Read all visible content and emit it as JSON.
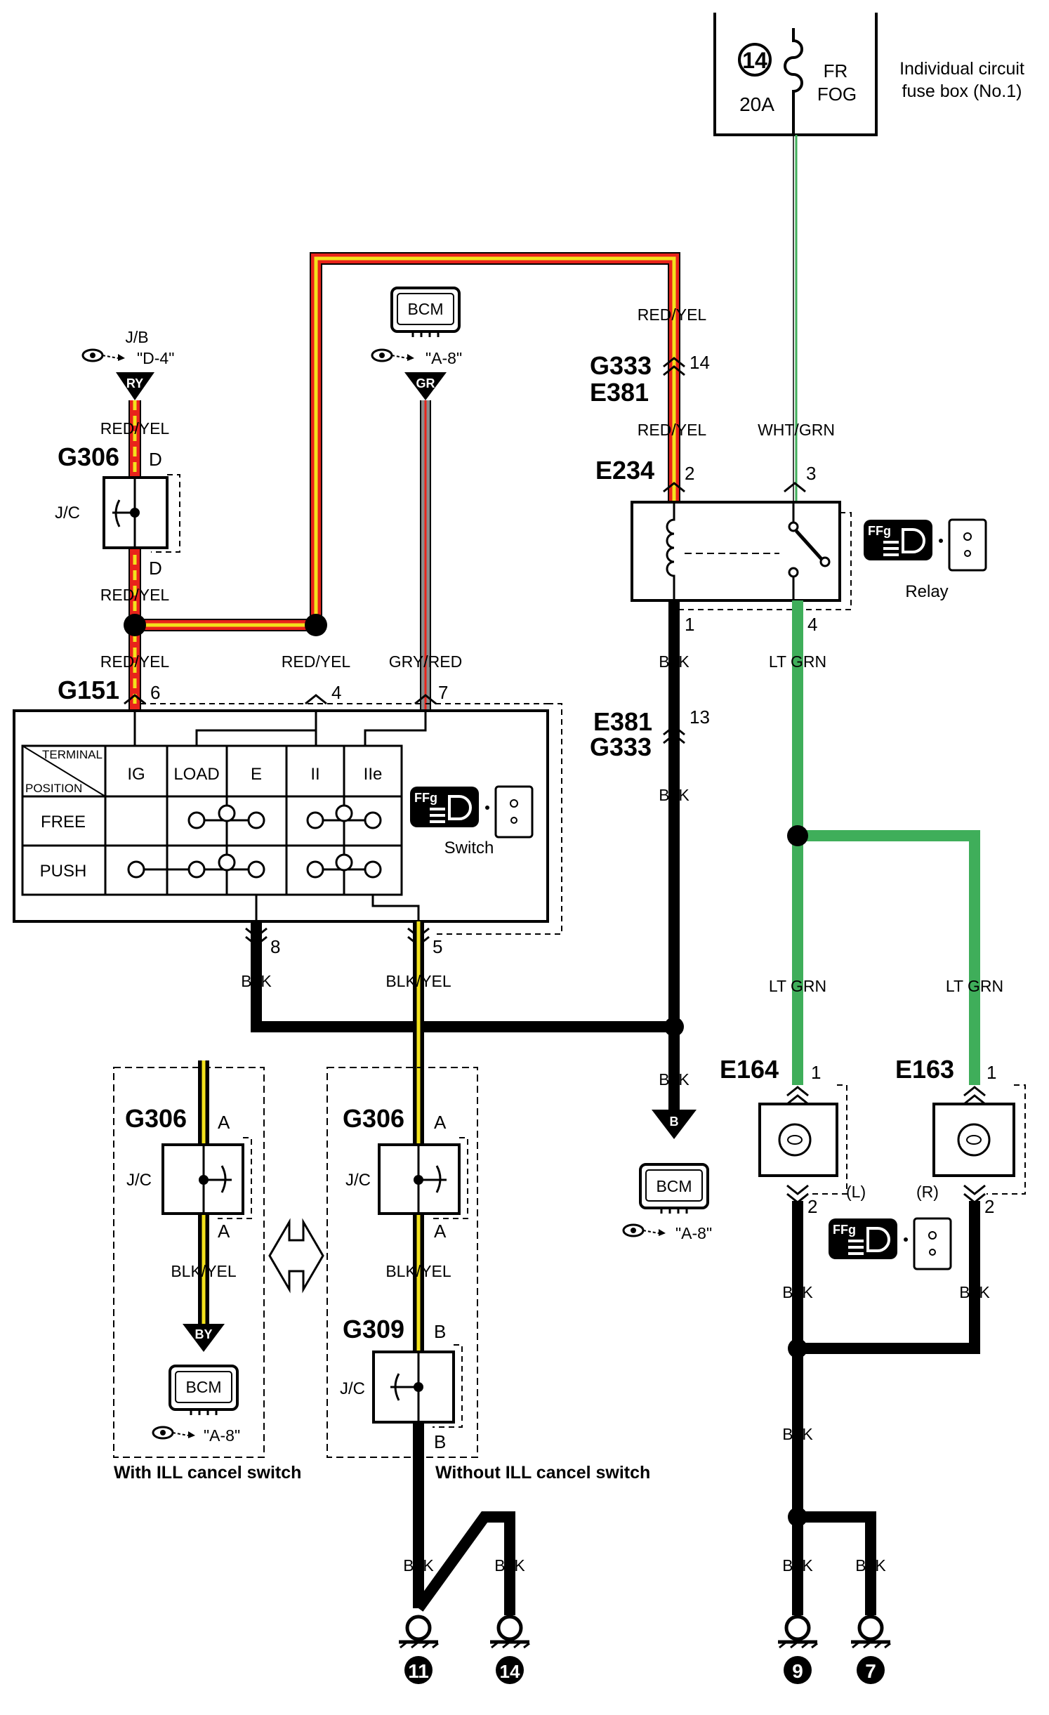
{
  "fuse": {
    "number": "14",
    "rating": "20A",
    "name_line1": "FR",
    "name_line2": "FOG",
    "box_line1": "Individual circuit",
    "box_line2": "fuse box (No.1)"
  },
  "colors": {
    "red": "#e8231b",
    "yellow": "#f3e21c",
    "green": "#3fae5a",
    "gray": "#8c8c8c",
    "black": "#000000"
  },
  "refs": {
    "jb": "J/B",
    "jb_ref": "\"D-4\"",
    "ry_tag": "RY",
    "bcm_top": "BCM",
    "bcm_top_ref": "\"A-8\"",
    "gr_tag": "GR",
    "bcm_mid": "BCM",
    "bcm_mid_ref": "\"A-8\"",
    "b_tag": "B",
    "bcm_left": "BCM",
    "bcm_left_ref": "\"A-8\"",
    "by_tag": "BY"
  },
  "wires": {
    "red_yel": "RED/YEL",
    "gry_red": "GRY/RED",
    "wht_grn": "WHT/GRN",
    "blk": "BLK",
    "blk_yel": "BLK/YEL",
    "lt_grn": "LT GRN"
  },
  "connectors": {
    "g306": "G306",
    "g151": "G151",
    "g333": "G333",
    "e381": "E381",
    "e234": "E234",
    "e164": "E164",
    "e163": "E163",
    "g309": "G309",
    "jc": "J/C"
  },
  "pins": {
    "d": "D",
    "a": "A",
    "b": "B",
    "p1": "1",
    "p2": "2",
    "p3": "3",
    "p4": "4",
    "p5": "5",
    "p6": "6",
    "p7": "7",
    "p8": "8",
    "p13": "13",
    "p14": "14"
  },
  "switch_table": {
    "terminal": "TERMINAL",
    "position": "POSITION",
    "columns": [
      "IG",
      "LOAD",
      "E",
      "II",
      "IIe"
    ],
    "rows": [
      "FREE",
      "PUSH"
    ]
  },
  "devices": {
    "switch": "Switch",
    "relay": "Relay",
    "icon_text": "FFg",
    "lamp_left": "(L)",
    "lamp_right": "(R)"
  },
  "captions": {
    "with_ill": "With ILL cancel switch",
    "without_ill": "Without ILL cancel switch"
  },
  "grounds": [
    "11",
    "14",
    "9",
    "7"
  ]
}
